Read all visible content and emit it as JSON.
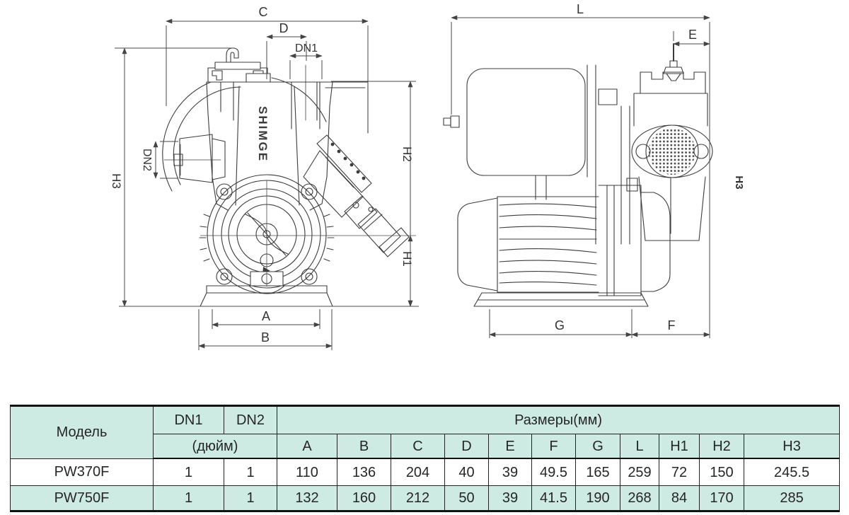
{
  "drawing": {
    "left_view": {
      "brand": "SHIMGE",
      "labels": {
        "c": "C",
        "d": "D",
        "dn1": "DN1",
        "dn2": "DN2",
        "h3": "H3",
        "h2": "H2",
        "h1": "H1",
        "a": "A",
        "b": "B"
      }
    },
    "right_view": {
      "labels": {
        "l": "L",
        "e": "E",
        "h3": "H3",
        "g": "G",
        "f": "F"
      }
    }
  },
  "table": {
    "header": {
      "model": "Модель",
      "dn1": "DN1",
      "dn2": "DN2",
      "dims_group": "Размеры(мм)",
      "inch_label": "(дюйм)",
      "dim_columns": [
        "A",
        "B",
        "C",
        "D",
        "E",
        "F",
        "G",
        "L",
        "H1",
        "H2",
        "H3"
      ]
    },
    "rows": [
      {
        "model": "PW370F",
        "dn1": "1",
        "dn2": "1",
        "values": [
          "110",
          "136",
          "204",
          "40",
          "39",
          "49.5",
          "165",
          "259",
          "72",
          "150",
          "245.5"
        ]
      },
      {
        "model": "PW750F",
        "dn1": "1",
        "dn2": "1",
        "values": [
          "132",
          "160",
          "212",
          "50",
          "39",
          "41.5",
          "190",
          "268",
          "84",
          "170",
          "285"
        ]
      }
    ],
    "colors": {
      "header_bg": "#cdeae3",
      "alt_row_bg": "#cdeae3",
      "row_bg": "#ffffff",
      "border": "#121212"
    }
  }
}
